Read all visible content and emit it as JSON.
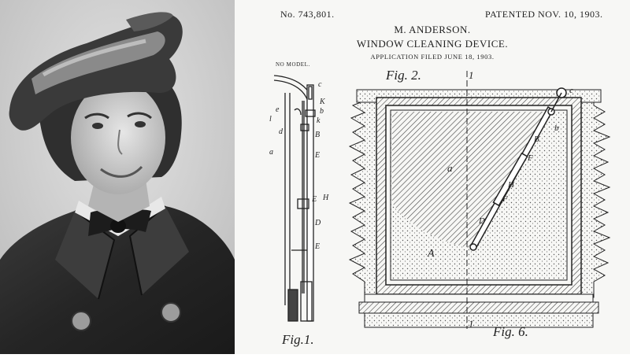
{
  "patent": {
    "number": "No. 743,801.",
    "patented": "PATENTED NOV. 10, 1903.",
    "inventor": "M. ANDERSON.",
    "title": "WINDOW CLEANING DEVICE.",
    "filed": "APPLICATION FILED JUNE 18, 1903.",
    "no_model": "NO MODEL.",
    "fig1_label": "Fig.1.",
    "fig2_label": "Fig. 2.",
    "fig6_label": "Fig. 6.",
    "fig1_letters": [
      "c",
      "K",
      "b",
      "e",
      "k",
      "l",
      "d",
      "a",
      "B",
      "E",
      "H",
      "E",
      "D",
      "E"
    ],
    "fig6_letters": [
      "1",
      "1",
      "a",
      "A",
      "B",
      "b",
      "c",
      "F",
      "H",
      "F",
      "D"
    ]
  },
  "colors": {
    "ink": "#222222",
    "paper": "#f7f7f5",
    "photo_dark": "#2a2a2a",
    "photo_light": "#d8d8d8"
  }
}
